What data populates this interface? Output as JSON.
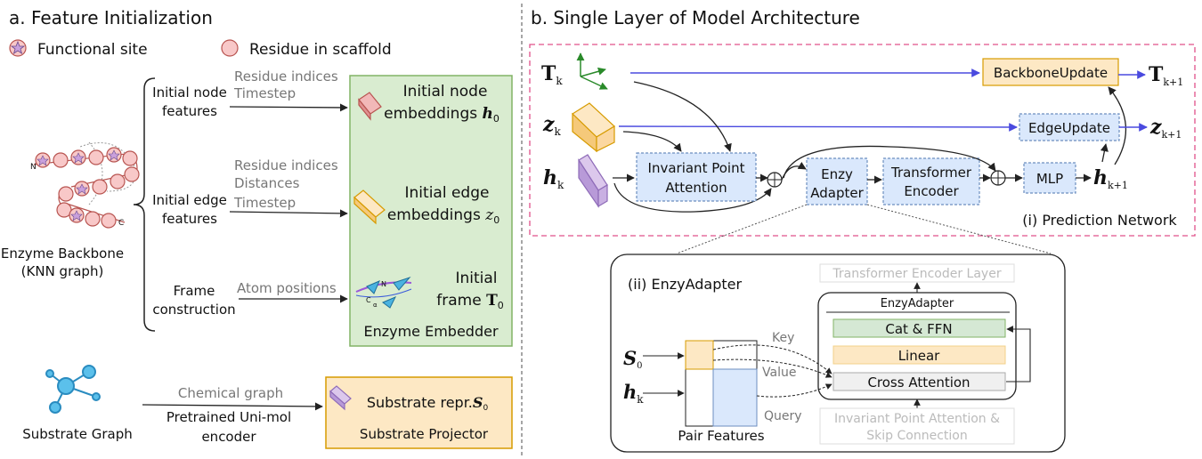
{
  "left": {
    "title": "a. Feature Initialization",
    "legend": {
      "functional_site": "Functional site",
      "residue": "Residue in scaffold"
    },
    "backbone_label": [
      "Enzyme Backbone",
      "(KNN graph)"
    ],
    "node_features": [
      "Initial node",
      "features"
    ],
    "edge_features": [
      "Initial edge",
      "features"
    ],
    "frame_construction": [
      "Frame",
      "construction"
    ],
    "node_inputs": [
      "Residue indices",
      "Timestep"
    ],
    "edge_inputs": [
      "Residue indices",
      "Distances",
      "Timestep"
    ],
    "frame_inputs": [
      "Atom positions"
    ],
    "node_emb": [
      "Initial node",
      "embeddings "
    ],
    "node_emb_sym": "h",
    "node_emb_sub": "0",
    "edge_emb": [
      "Initial edge",
      "embeddings "
    ],
    "edge_emb_sym": "z",
    "edge_emb_sub": "0",
    "frame_emb": [
      "Initial",
      "frame "
    ],
    "frame_emb_sym": "T",
    "frame_emb_sub": "0",
    "embedder_label": "Enzyme Embedder",
    "substrate_graph": "Substrate Graph",
    "chemical_graph": "Chemical graph",
    "unimol": [
      "Pretrained Uni-mol",
      "encoder"
    ],
    "substrate_repr": "Substrate repr.",
    "substrate_repr_sym": "S",
    "substrate_repr_sub": "0",
    "substrate_projector": "Substrate Projector",
    "glyph_n": "N",
    "glyph_c": "C",
    "frame_glyph_n": "N",
    "frame_glyph_c": "C",
    "frame_glyph_ca": "α"
  },
  "right": {
    "title": "b. Single Layer of Model Architecture",
    "Tk": "T",
    "Tk_sub": "k",
    "zk": "z",
    "zk_sub": "k",
    "hk": "h",
    "hk_sub": "k",
    "ipa": [
      "Invariant Point",
      "Attention"
    ],
    "enzy_adapter": [
      "Enzy",
      "Adapter"
    ],
    "transformer": [
      "Transformer",
      "Encoder"
    ],
    "mlp": "MLP",
    "backbone_update": "BackboneUpdate",
    "edge_update": "EdgeUpdate",
    "out_T": "T",
    "out_T_sub": "k+1",
    "out_z": "z",
    "out_z_sub": "k+1",
    "out_h": "h",
    "out_h_sub": "k+1",
    "prediction_network": "(i) Prediction Network",
    "enzy_title": "(ii) EnzyAdapter",
    "tel": "Transformer Encoder Layer",
    "enzy_inner": "EnzyAdapter",
    "cat_ffn": "Cat & FFN",
    "linear": "Linear",
    "cross_attention": "Cross Attention",
    "ipa_skip": [
      "Invariant Point Attention &",
      "Skip Connection"
    ],
    "S0": "S",
    "S0_sub": "0",
    "h_k2": "h",
    "h_k2_sub": "k",
    "key": "Key",
    "value": "Value",
    "query": "Query",
    "pair_features": "Pair Features"
  },
  "colors": {
    "green_fill": "#d9ecd0",
    "green_stroke": "#82b366",
    "orange_fill": "#fde8c4",
    "orange_stroke": "#d79b00",
    "blue_fill": "#dae8fc",
    "blue_stroke": "#6c8ebf",
    "pink_dash": "#e0508a",
    "arrow_blue": "#4a4adf",
    "residue": "#f8c8c8",
    "residue_stroke": "#b85450",
    "gray_box": "#f0f0f0",
    "gray_text": "#777777"
  }
}
